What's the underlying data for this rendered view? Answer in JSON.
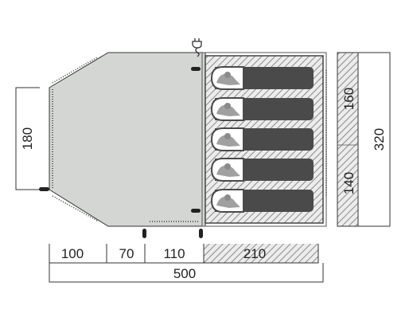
{
  "plan": {
    "colors": {
      "vestibule": "#d3d6d3",
      "inner_tent": "#d3d6d3",
      "hatch": "#8a8a8a",
      "sleeping_bag": "#4a4a4a",
      "outline": "#333333"
    },
    "sleeping_bags_count": 5,
    "icons": [
      "power-plug-icon",
      "zipper-pull-icon",
      "sleeping-bag-icon"
    ]
  },
  "dimensions": {
    "left_height": "180",
    "right_top": "160",
    "right_bottom": "140",
    "right_total": "320",
    "bottom_segments": [
      "100",
      "70",
      "110",
      "210"
    ],
    "bottom_total": "500"
  }
}
